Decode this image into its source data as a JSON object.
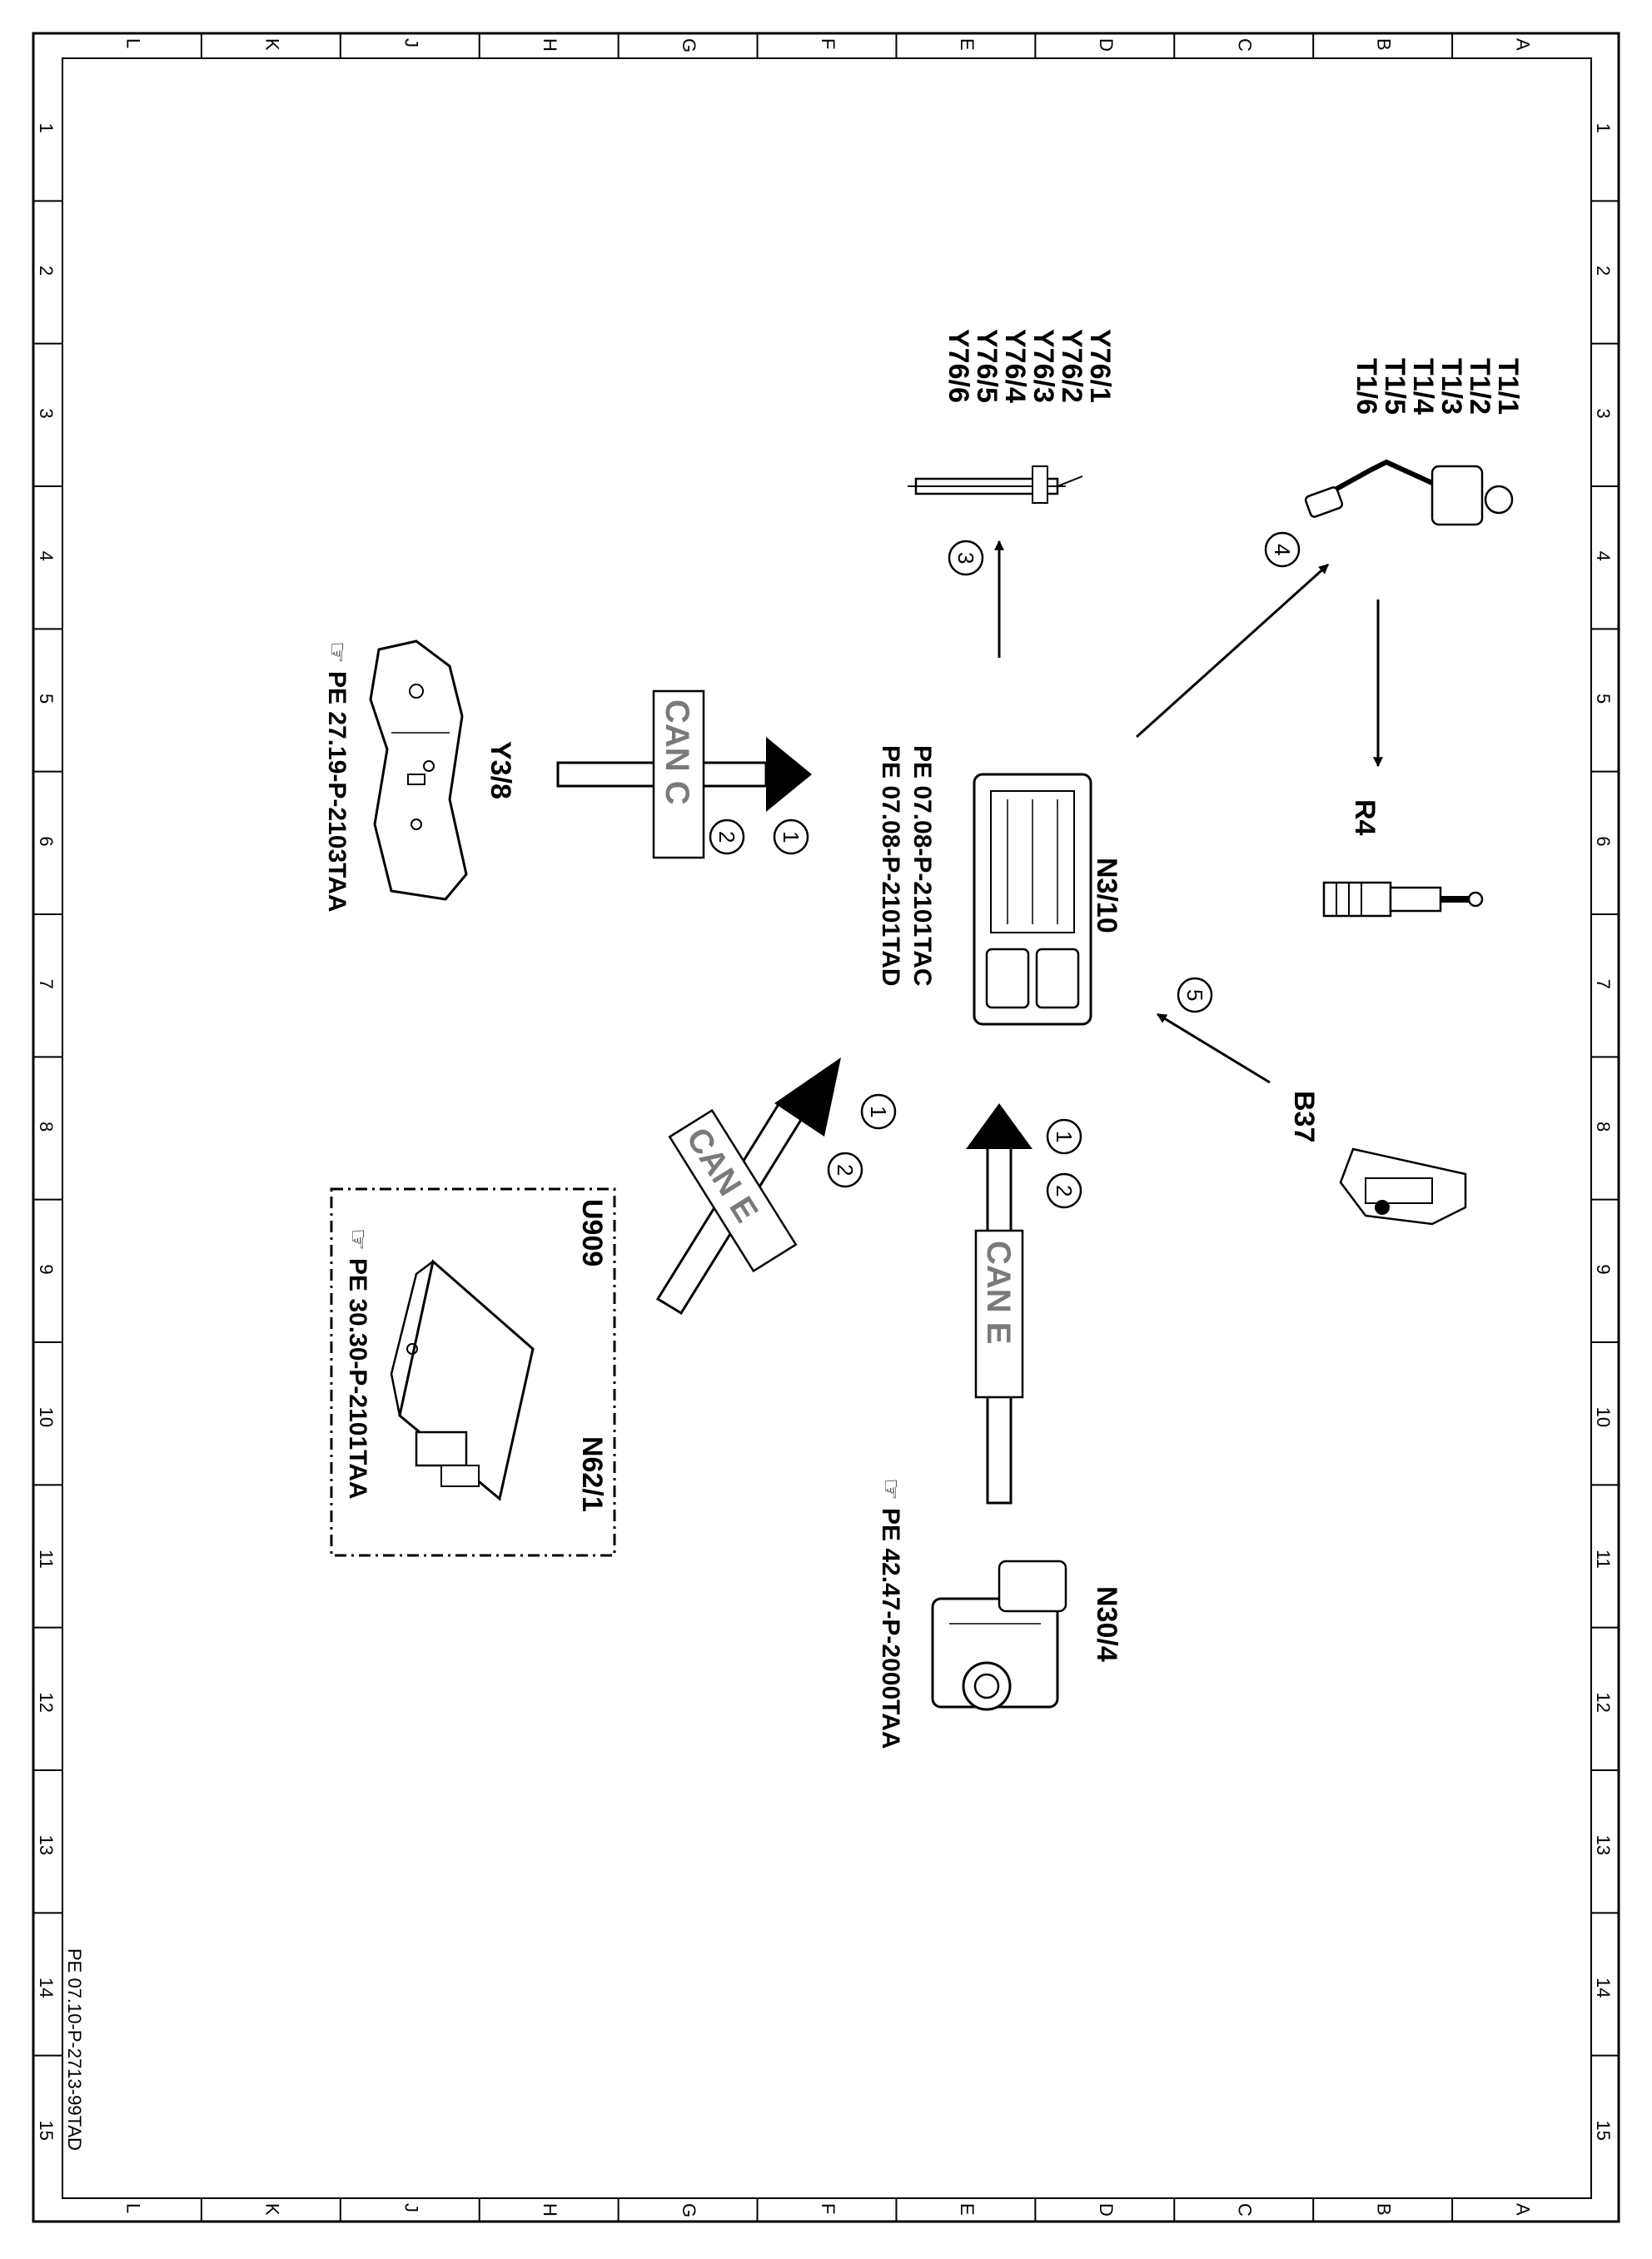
{
  "grid": {
    "columns": [
      "L",
      "K",
      "J",
      "H",
      "G",
      "F",
      "E",
      "D",
      "C",
      "B",
      "A"
    ],
    "rows": [
      "1",
      "2",
      "3",
      "4",
      "5",
      "6",
      "7",
      "8",
      "9",
      "10",
      "11",
      "12",
      "13",
      "14",
      "15"
    ]
  },
  "components": {
    "n3_10": {
      "label": "N3/10",
      "refs": [
        "PE 07.08-P-2101TAC",
        "PE 07.08-P-2101TAD"
      ]
    },
    "y3_8": {
      "label": "Y3/8",
      "ref": "PE 27.19-P-2103TAA"
    },
    "y76": {
      "labels": [
        "Y76/1",
        "Y76/2",
        "Y76/3",
        "Y76/4",
        "Y76/5",
        "Y76/6"
      ]
    },
    "t1": {
      "labels": [
        "T1/1",
        "T1/2",
        "T1/3",
        "T1/4",
        "T1/5",
        "T1/6"
      ]
    },
    "r4": {
      "label": "R4"
    },
    "b37": {
      "label": "B37"
    },
    "u909": {
      "label": "U909"
    },
    "n62_1": {
      "label": "N62/1",
      "ref": "PE 30.30-P-2101TAA"
    },
    "n30_4": {
      "label": "N30/4",
      "ref": "PE 42.47-P-2000TAA"
    }
  },
  "bus": {
    "can_c": "CAN C",
    "can_e_1": "CAN E",
    "can_e_2": "CAN E"
  },
  "callouts": {
    "c1": "1",
    "c2": "2",
    "c3": "3",
    "c4": "4",
    "c5": "5"
  },
  "footer": {
    "doc_id": "PE 07.10-P-2713-99TAD"
  }
}
